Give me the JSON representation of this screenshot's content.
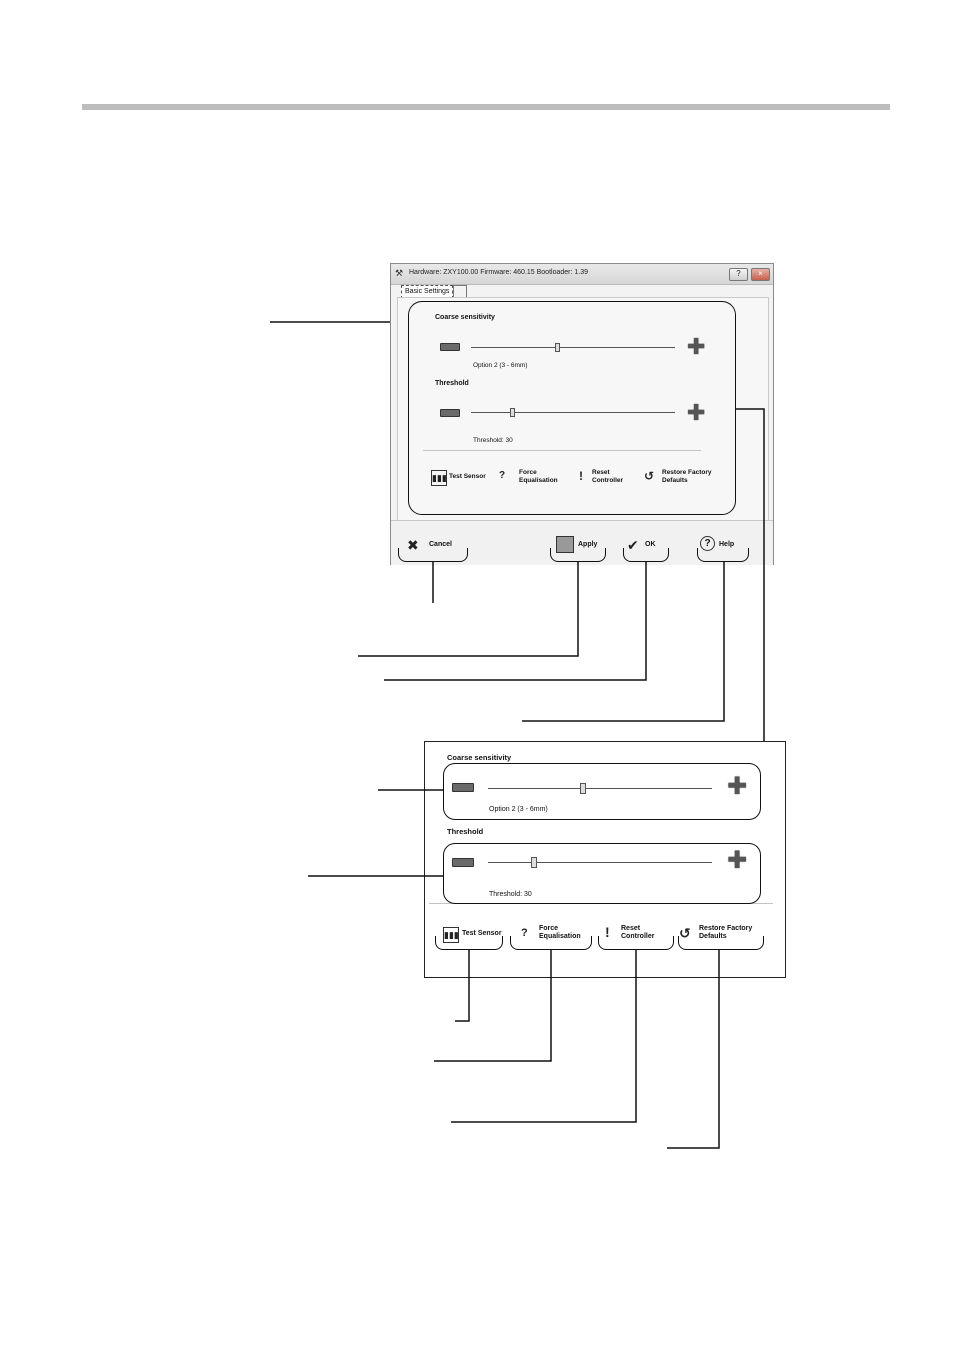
{
  "dialog": {
    "title": "Hardware: ZXY100.00 Firmware: 460.15 Bootloader: 1.39",
    "title_buttons": [
      "?",
      "×"
    ],
    "tab_label": "Basic Settings",
    "coarse_label": "Coarse sensitivity",
    "coarse_value_text": "Option 2 (3 - 6mm)",
    "coarse_position": 0.42,
    "threshold_label": "Threshold",
    "threshold_value_text": "Threshold: 30",
    "threshold_position": 0.2,
    "actions": [
      {
        "icon": "bar-chart-icon",
        "label": "Test Sensor"
      },
      {
        "icon": "force-equalisation-icon",
        "label": "Force\nEqualisation"
      },
      {
        "icon": "exclamation-icon",
        "label": "Reset\nController"
      },
      {
        "icon": "restore-icon",
        "label": "Restore Factory\nDefaults"
      }
    ],
    "buttons": {
      "cancel": "Cancel",
      "apply": "Apply",
      "ok": "OK",
      "help": "Help"
    }
  },
  "zoom": {
    "coarse_label": "Coarse sensitivity",
    "coarse_value_text": "Option 2 (3 - 6mm)",
    "threshold_label": "Threshold",
    "threshold_value_text": "Threshold: 30",
    "actions": [
      {
        "label": "Test Sensor"
      },
      {
        "label": "Force\nEqualisation"
      },
      {
        "label": "Reset\nController"
      },
      {
        "label": "Restore Factory\nDefaults"
      }
    ]
  }
}
